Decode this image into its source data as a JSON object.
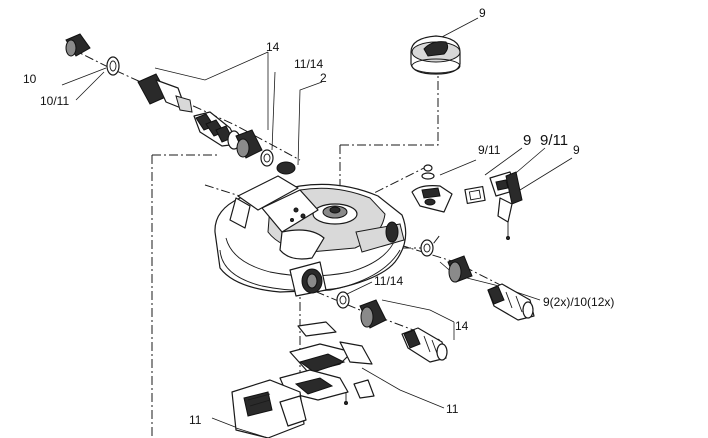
{
  "labels": {
    "l_9_top": "9",
    "l_14_top": "14",
    "l_11_14_top": "11/14",
    "l_2": "2",
    "l_10": "10",
    "l_10_11": "10/11",
    "l_9_11_small": "9/11",
    "l_9_big": "9",
    "l_9_11_big": "9/11",
    "l_9_right": "9",
    "l_11_14_mid": "11/14",
    "l_9x_10x": "9(2x)/10(12x)",
    "l_14_mid": "14",
    "l_11_right": "11",
    "l_11_bottom": "11"
  }
}
